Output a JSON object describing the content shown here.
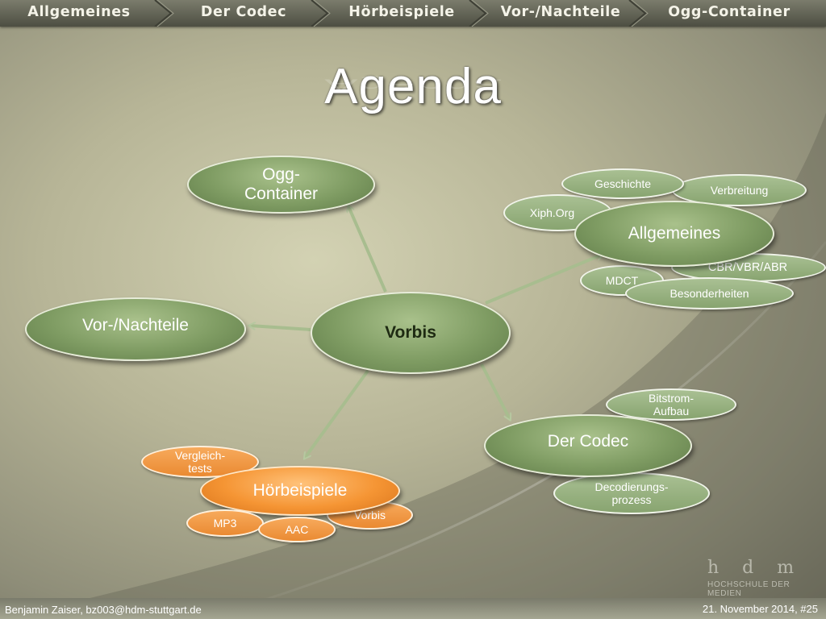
{
  "nav": {
    "tabs": [
      {
        "label": "Allgemeines"
      },
      {
        "label": "Der Codec"
      },
      {
        "label": "Hörbeispiele"
      },
      {
        "label": "Vor-/Nachteile"
      },
      {
        "label": "Ogg-Container"
      }
    ]
  },
  "slide": {
    "title": "Agenda"
  },
  "mindmap": {
    "center": "Vorbis",
    "ogg_container": "Ogg-Container",
    "vor_nachteile": "Vor-/Nachteile",
    "allgemeines": {
      "label": "Allgemeines",
      "sub": {
        "geschichte": "Geschichte",
        "verbreitung": "Verbreitung",
        "xiph": "Xiph.Org",
        "cbr": "CBR/VBR/ABR",
        "mdct": "MDCT",
        "besonderheiten": "Besonderheiten"
      }
    },
    "codec": {
      "label": "Der Codec",
      "sub": {
        "bitstrom": "Bitstrom-Aufbau",
        "decodierung": "Decodierungs-prozess"
      }
    },
    "hoerbeispiele": {
      "label": "Hörbeispiele",
      "sub": {
        "vergleich": "Vergleich-tests",
        "mp3": "MP3",
        "aac": "AAC",
        "vorbis": "Vorbis"
      }
    }
  },
  "footer": {
    "author": "Benjamin Zaiser, bz003@hdm-stuttgart.de",
    "date_page": "21. November 2014, #25"
  },
  "logo": {
    "letters": "h d m",
    "text": "HOCHSCHULE DER MEDIEN"
  },
  "colors": {
    "green_node": "#7f9c63",
    "orange_node": "#f59534",
    "arrow": "#a8bd8f"
  }
}
